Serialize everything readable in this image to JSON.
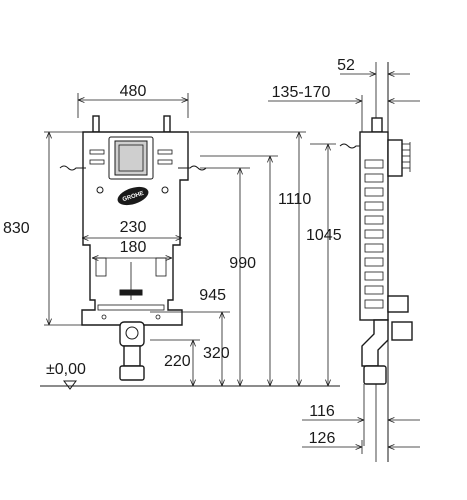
{
  "brand": {
    "logo_text": "GROHE"
  },
  "front_view": {
    "width_480": "480",
    "width_230": "230",
    "width_180": "180",
    "height_830": "830",
    "height_945": "945",
    "height_990": "990",
    "height_1110": "1110",
    "height_1045": "1045",
    "height_220": "220",
    "height_320": "320",
    "floor_level": "±0,00"
  },
  "side_view": {
    "depth_52": "52",
    "depth_range": "135-170",
    "depth_116": "116",
    "depth_126": "126"
  }
}
